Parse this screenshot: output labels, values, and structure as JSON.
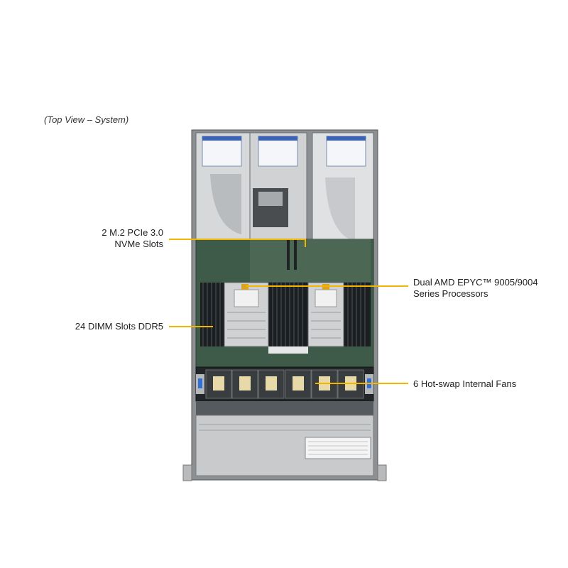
{
  "caption": "(Top View – System)",
  "callouts": {
    "m2": {
      "line1": "2 M.2 PCIe 3.0",
      "line2": "NVMe Slots"
    },
    "cpu": {
      "line1": "Dual AMD EPYC™ 9005/9004",
      "line2": "Series Processors"
    },
    "dimm": {
      "line1": "24 DIMM Slots DDR5"
    },
    "fans": {
      "line1": "6 Hot-swap Internal Fans"
    }
  },
  "colors": {
    "callout_line": "#f2b500",
    "chassis_gray": "#a9acaf",
    "board_green": "#3e5a48",
    "front_panel": "#c8cacc"
  }
}
